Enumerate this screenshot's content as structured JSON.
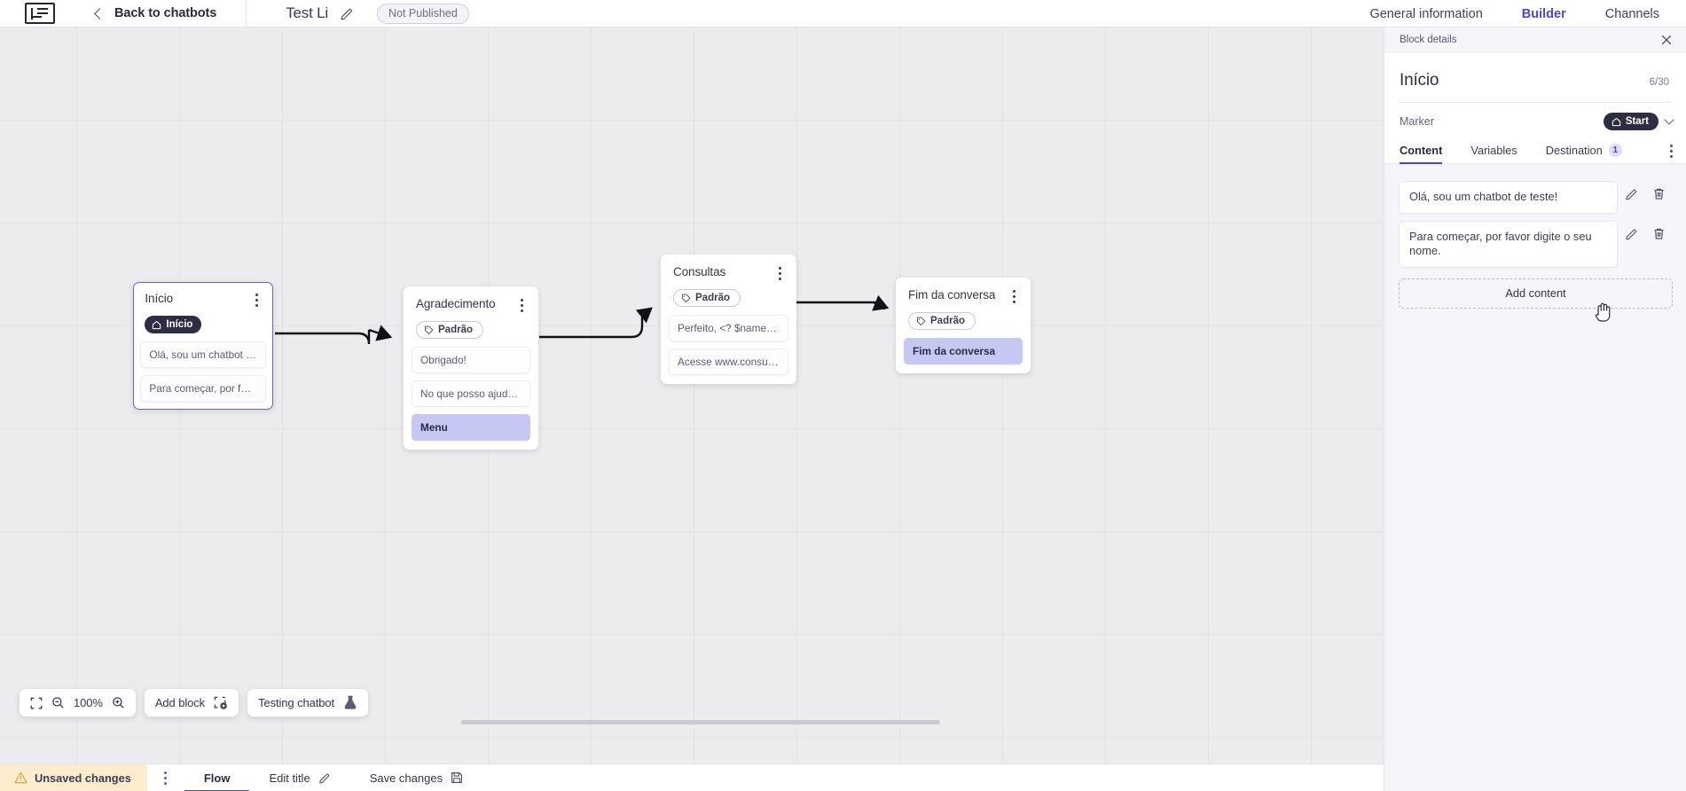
{
  "topbar": {
    "logo_icon": "chatbot-logo-icon",
    "back_icon": "chevron-left-icon",
    "back_label": "Back to chatbots",
    "bot_name": "Test Li",
    "edit_icon": "pencil-icon",
    "publish_status": "Not Published",
    "tabs": [
      {
        "label": "General information",
        "active": false
      },
      {
        "label": "Builder",
        "active": true
      },
      {
        "label": "Channels",
        "active": false
      }
    ]
  },
  "canvas": {
    "blocks": [
      {
        "id": "inicio",
        "title": "Início",
        "marker": "Início",
        "marker_type": "start",
        "marker_icon": "home-icon",
        "selected": true,
        "messages": [
          {
            "text": "Olá, sou um chatbot de teste!",
            "highlight": false
          },
          {
            "text": "Para começar, por favor digite o ...",
            "highlight": false
          }
        ]
      },
      {
        "id": "agradecimento",
        "title": "Agradecimento",
        "marker": "Padrão",
        "marker_type": "padrao",
        "marker_icon": "tag-icon",
        "selected": false,
        "messages": [
          {
            "text": "Obrigado!",
            "highlight": false
          },
          {
            "text": "No que posso ajudar, <? $name ...",
            "highlight": false
          },
          {
            "text": "Menu",
            "highlight": true
          }
        ]
      },
      {
        "id": "consultas",
        "title": "Consultas",
        "marker": "Padrão",
        "marker_type": "padrao",
        "marker_icon": "tag-icon",
        "selected": false,
        "messages": [
          {
            "text": "Perfeito, <? $name ?>!",
            "highlight": false
          },
          {
            "text": "Acesse www.consultas.com par...",
            "highlight": false
          }
        ]
      },
      {
        "id": "fim-da-conversa",
        "title": "Fim da conversa",
        "marker": "Padrão",
        "marker_type": "padrao",
        "marker_icon": "tag-icon",
        "selected": false,
        "messages": [
          {
            "text": "Fim da conversa",
            "highlight": true
          }
        ]
      }
    ]
  },
  "float_tools": {
    "fit_icon": "fit-to-screen-icon",
    "zoom_out_icon": "zoom-out-icon",
    "zoom_level": "100%",
    "zoom_in_icon": "zoom-in-icon",
    "add_block_label": "Add block",
    "add_block_icon": "add-block-icon",
    "testing_label": "Testing chatbot",
    "testing_icon": "flask-icon"
  },
  "statusbar": {
    "warning_icon": "warning-triangle-icon",
    "unsaved_label": "Unsaved changes",
    "kebab_icon": "kebab-menu-icon",
    "flow_label": "Flow",
    "edit_title_label": "Edit title",
    "edit_title_icon": "pencil-icon",
    "save_label": "Save changes",
    "save_icon": "save-disk-icon"
  },
  "panel": {
    "header_label": "Block details",
    "close_icon": "close-icon",
    "title": "Início",
    "count": "6/30",
    "marker_label": "Marker",
    "marker_value": "Start",
    "marker_icon": "home-icon",
    "marker_chevron_icon": "chevron-down-icon",
    "tabs": [
      {
        "label": "Content",
        "active": true,
        "badge": ""
      },
      {
        "label": "Variables",
        "active": false,
        "badge": ""
      },
      {
        "label": "Destination",
        "active": false,
        "badge": "1"
      }
    ],
    "tabs_kebab_icon": "kebab-menu-icon",
    "contents": [
      {
        "text": "Olá, sou um chatbot de teste!",
        "edit_icon": "pencil-icon",
        "delete_icon": "trash-icon"
      },
      {
        "text": "Para começar, por favor digite o seu nome.",
        "edit_icon": "pencil-icon",
        "delete_icon": "trash-icon"
      }
    ],
    "add_content_label": "Add content"
  }
}
